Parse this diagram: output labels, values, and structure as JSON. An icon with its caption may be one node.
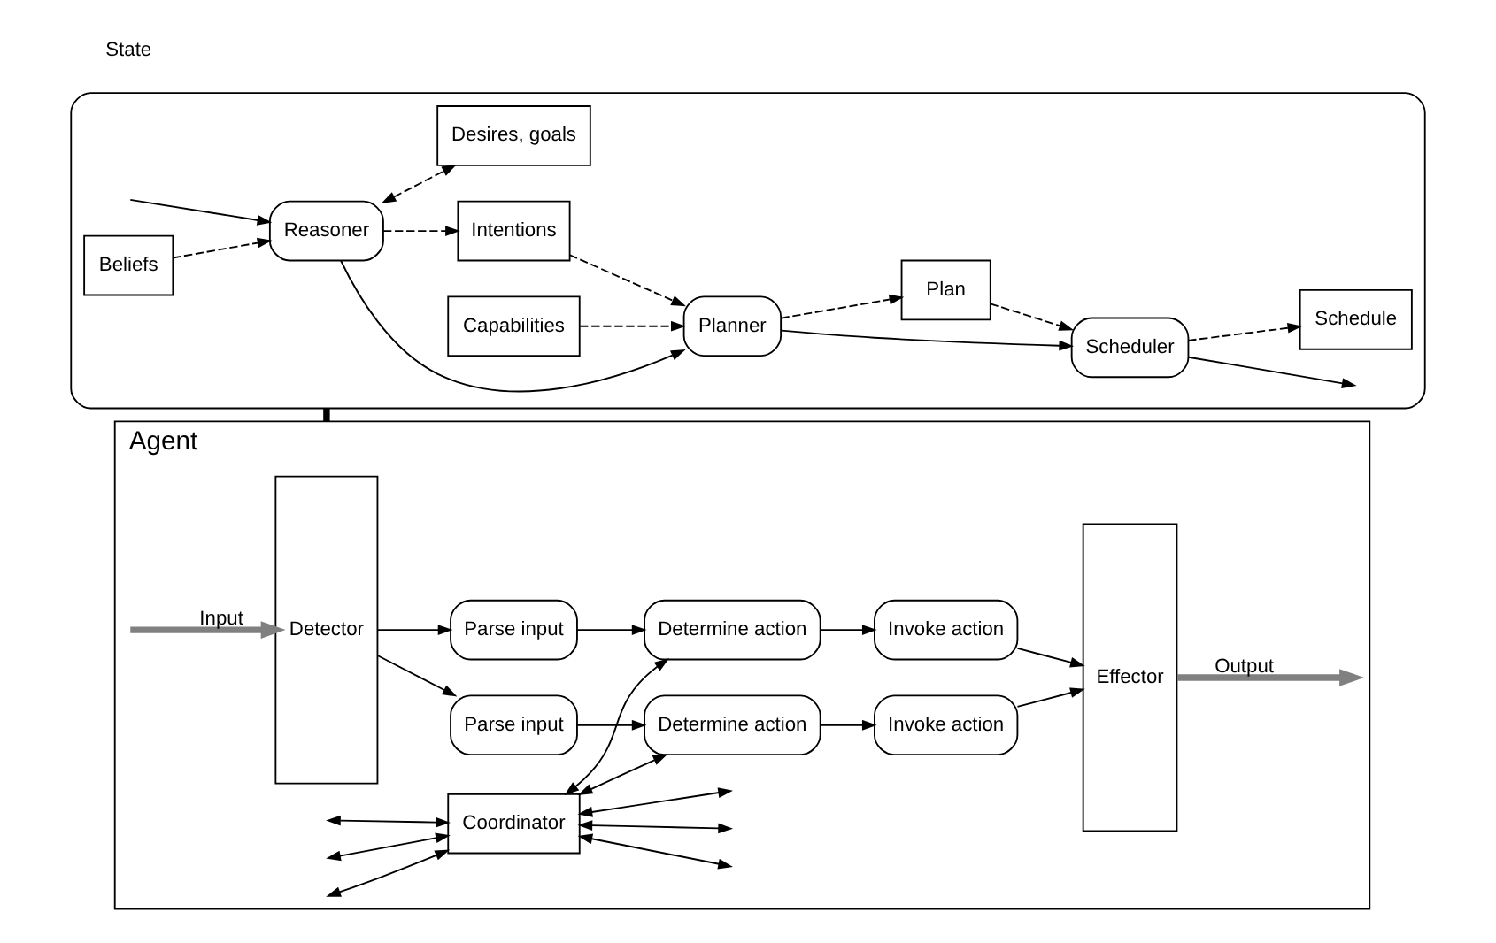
{
  "diagram": {
    "nodes": [
      {
        "text": [
          "Agent"
        ]
      },
      {
        "text": [
          "Detector"
        ],
        "in": 0
      },
      {
        "text": [
          "Parse input"
        ],
        "in": 0
      },
      {
        "text": [
          "Determine action"
        ],
        "in": 0
      },
      {
        "text": [
          "Invoke action"
        ],
        "in": 0
      },
      {
        "text": [
          "Coordinator"
        ],
        "in": 0
      },
      {
        "text": [
          "Parse input"
        ],
        "in": 0
      },
      {
        "text": [
          "Determine action"
        ],
        "in": 0
      },
      {
        "text": [
          "Invoke action"
        ],
        "in": 0
      },
      {
        "text": [
          "Effector"
        ],
        "in": 0
      },
      {
        "text": [],
        "shape": "box"
      },
      {
        "text": [
          "Reasoner"
        ],
        "in": 10
      },
      {
        "text": [
          "Planner"
        ],
        "in": 10
      },
      {
        "text": [
          "Scheduler"
        ],
        "in": 10
      },
      {
        "text": [
          "Beliefs"
        ],
        "in": 10
      },
      {
        "text": [
          "Desires, goals"
        ],
        "in": 10
      },
      {
        "text": [
          "Intentions"
        ],
        "in": 10
      },
      {
        "text": [
          "Capabilities"
        ],
        "in": 10
      },
      {
        "text": [
          "Plan"
        ],
        "in": 10
      },
      {
        "text": [
          "Schedule"
        ],
        "in": 10
      }
    ],
    "edges": [
      {
        "from": null,
        "to": 1,
        "arrow": "to",
        "label": "Input",
        "style": "thick",
        "color": "#808080"
      },
      {
        "from": 1,
        "to": 2,
        "arrow": "to"
      },
      {
        "from": 2,
        "to": 3,
        "arrow": "to"
      },
      {
        "from": 3,
        "to": 4,
        "arrow": "to"
      },
      {
        "from": 4,
        "to": 9,
        "arrow": "to"
      },
      {
        "from": 1,
        "to": 6,
        "arrow": "to"
      },
      {
        "from": 6,
        "to": 7,
        "arrow": "to"
      },
      {
        "from": 7,
        "to": 8,
        "arrow": "to"
      },
      {
        "from": 8,
        "to": 9,
        "arrow": "to"
      },
      {
        "from": 9,
        "to": null,
        "arrow": "to",
        "label": "Output",
        "style": "thick",
        "color": "#808080"
      },
      {
        "from": 5,
        "to": 3,
        "arrow": "both"
      },
      {
        "from": 5,
        "to": 7,
        "arrow": "both"
      },
      {
        "from": 5,
        "to": null,
        "arrow": "both"
      },
      {
        "from": 5,
        "to": null,
        "arrow": "both"
      },
      {
        "from": 5,
        "to": null,
        "arrow": "both"
      },
      {
        "from": 5,
        "to": null,
        "arrow": "both"
      },
      {
        "from": 5,
        "to": null,
        "arrow": "both"
      },
      {
        "from": 5,
        "to": null,
        "arrow": "both"
      },
      {
        "from": 0,
        "to": 10,
        "arrow": "none",
        "style": "thick"
      },
      {
        "from": null,
        "to": 11,
        "arrow": "to"
      },
      {
        "from": 11,
        "to": 12,
        "arrow": "to"
      },
      {
        "from": 12,
        "to": 13,
        "arrow": "to"
      },
      {
        "from": 13,
        "to": null,
        "arrow": "to"
      },
      {
        "from": 14,
        "to": 11,
        "arrow": "to",
        "style": "dashed"
      },
      {
        "from": 11,
        "to": 15,
        "arrow": "both",
        "style": "dashed"
      },
      {
        "from": 11,
        "to": 16,
        "arrow": "to",
        "style": "dashed"
      },
      {
        "from": 16,
        "to": 12,
        "arrow": "to",
        "style": "dashed"
      },
      {
        "from": 17,
        "to": 12,
        "arrow": "to",
        "style": "dashed"
      },
      {
        "from": 12,
        "to": 18,
        "arrow": "to",
        "style": "dashed"
      },
      {
        "from": 18,
        "to": 13,
        "arrow": "to",
        "style": "dashed"
      },
      {
        "from": 13,
        "to": 19,
        "arrow": "to",
        "style": "dashed"
      }
    ],
    "labels": [
      "State"
    ]
  }
}
